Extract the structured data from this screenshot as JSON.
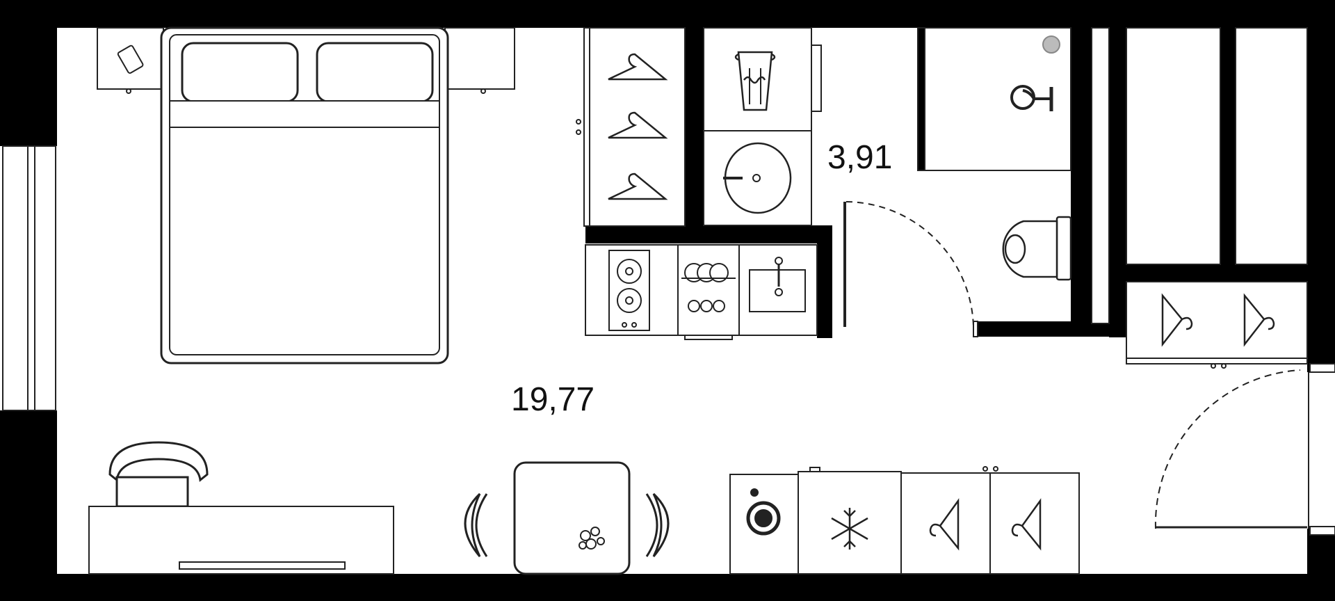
{
  "floor_plan": {
    "rooms": [
      {
        "name": "studio-room",
        "area": "19,77"
      },
      {
        "name": "bathroom",
        "area": "3,91"
      }
    ]
  },
  "icons": [
    "phone-icon",
    "bed-icon",
    "pillow-icon",
    "hanger-icon",
    "bathtub-icon",
    "washbasin-icon",
    "shower-icon",
    "toilet-icon",
    "stove-icon",
    "dishwasher-icon",
    "kitchen-sink-icon",
    "chair-icon",
    "desk-icon",
    "table-icon",
    "plant-icon",
    "washing-machine-icon",
    "snowflake-icon",
    "door-swing-icon"
  ],
  "colors": {
    "wall": "#000000",
    "line": "#222222",
    "background": "#ffffff"
  }
}
